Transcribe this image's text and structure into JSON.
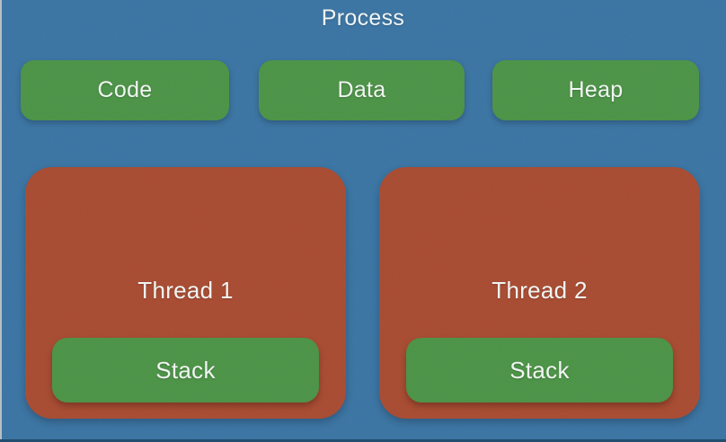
{
  "diagram": {
    "title": "Process",
    "segments": [
      {
        "id": "code",
        "label": "Code"
      },
      {
        "id": "data",
        "label": "Data"
      },
      {
        "id": "heap",
        "label": "Heap"
      }
    ],
    "threads": [
      {
        "id": "thread-1",
        "label": "Thread 1",
        "stack_label": "Stack"
      },
      {
        "id": "thread-2",
        "label": "Thread 2",
        "stack_label": "Stack"
      }
    ],
    "colors": {
      "background": "#3a74a3",
      "segment_green": "#4b9346",
      "thread_red": "#a84b31",
      "text": "#f3f6f4"
    }
  }
}
